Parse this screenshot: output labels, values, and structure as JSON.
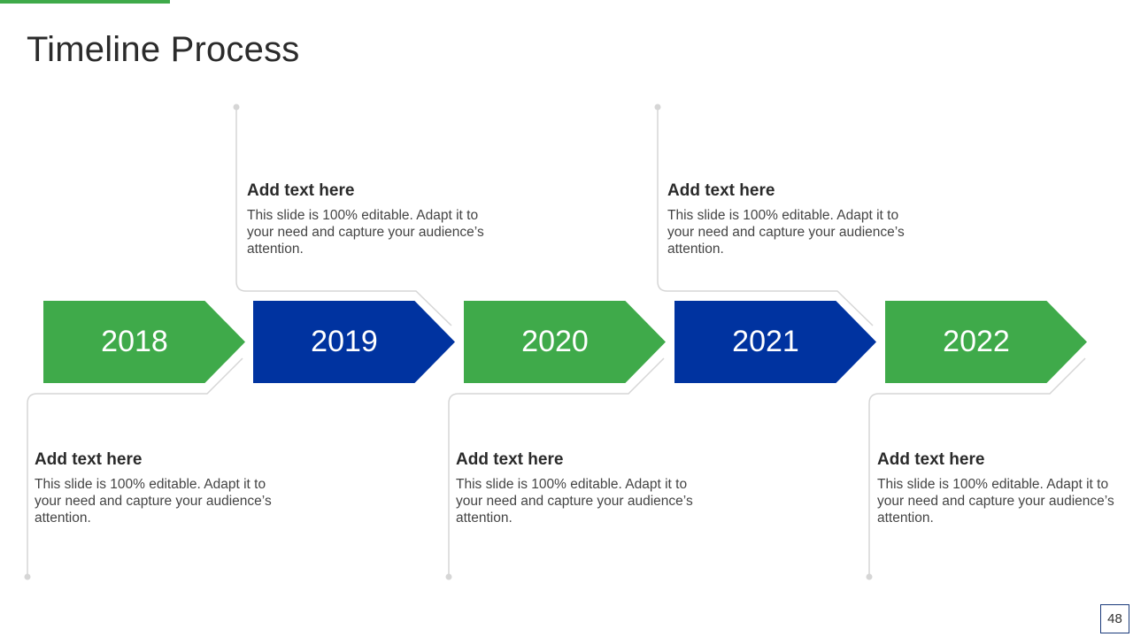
{
  "slide": {
    "title": "Timeline Process",
    "page_number": "48"
  },
  "colors": {
    "green": "#3FAA4A",
    "blue": "#0033A0",
    "connector": "#d6d6d6"
  },
  "milestones": [
    {
      "year": "2018",
      "color": "green",
      "position": "below",
      "heading": "Add text here",
      "body": "This slide is 100% editable. Adapt it to your need and capture your audience’s attention."
    },
    {
      "year": "2019",
      "color": "blue",
      "position": "above",
      "heading": "Add text here",
      "body": "This slide is 100% editable. Adapt it to your need and capture your audience’s attention."
    },
    {
      "year": "2020",
      "color": "green",
      "position": "below",
      "heading": "Add text here",
      "body": "This slide is 100% editable. Adapt it to your need and capture your audience’s attention."
    },
    {
      "year": "2021",
      "color": "blue",
      "position": "above",
      "heading": "Add text here",
      "body": "This slide is 100% editable. Adapt it to your need and capture your audience’s attention."
    },
    {
      "year": "2022",
      "color": "green",
      "position": "below",
      "heading": "Add text here",
      "body": "This slide is 100% editable. Adapt it to your need and capture your audience’s attention."
    }
  ]
}
